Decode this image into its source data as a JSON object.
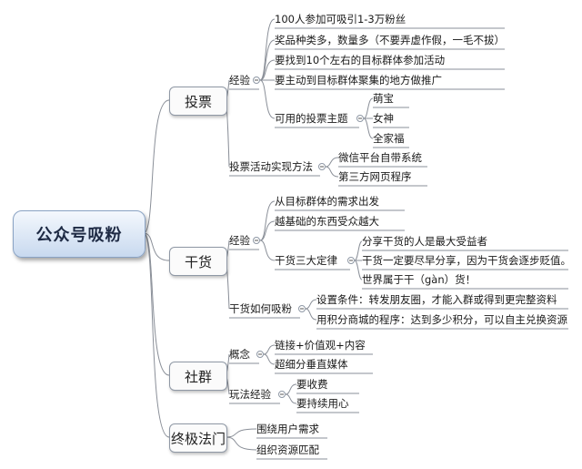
{
  "root": {
    "label": "公众号吸粉"
  },
  "branches": [
    {
      "label": "投票",
      "children": [
        {
          "label": "经验",
          "children": [
            {
              "label": "100人参加可吸引1-3万粉丝"
            },
            {
              "label": "奖品种类多，数量多（不要弄虚作假，一毛不拔）"
            },
            {
              "label": "要找到10个左右的目标群体参加活动"
            },
            {
              "label": "要主动到目标群体聚集的地方做推广"
            },
            {
              "label": "可用的投票主题",
              "children": [
                {
                  "label": "萌宝"
                },
                {
                  "label": "女神"
                },
                {
                  "label": "全家福"
                }
              ]
            }
          ]
        },
        {
          "label": "投票活动实现方法",
          "children": [
            {
              "label": "微信平台自带系统"
            },
            {
              "label": "第三方网页程序"
            }
          ]
        }
      ]
    },
    {
      "label": "干货",
      "children": [
        {
          "label": "经验",
          "children": [
            {
              "label": "从目标群体的需求出发"
            },
            {
              "label": "越基础的东西受众越大"
            },
            {
              "label": "干货三大定律",
              "children": [
                {
                  "label": "分享干货的人是最大受益者"
                },
                {
                  "label": "干货一定要尽早分享，因为干货会逐步贬值。"
                },
                {
                  "label": "世界属于干（gàn）货！"
                }
              ]
            }
          ]
        },
        {
          "label": "干货如何吸粉",
          "children": [
            {
              "label": "设置条件：转发朋友圈，才能入群或得到更完整资料"
            },
            {
              "label": "用积分商城的程序：达到多少积分，可以自主兑换资源"
            }
          ]
        }
      ]
    },
    {
      "label": "社群",
      "children": [
        {
          "label": "概念",
          "children": [
            {
              "label": "链接+价值观+内容"
            },
            {
              "label": "超细分垂直媒体"
            }
          ]
        },
        {
          "label": "玩法经验",
          "children": [
            {
              "label": "要收费"
            },
            {
              "label": "要持续用心"
            }
          ]
        }
      ]
    },
    {
      "label": "终极法门",
      "children": [
        {
          "label": "围绕用户需求"
        },
        {
          "label": "组织资源匹配"
        }
      ]
    }
  ]
}
